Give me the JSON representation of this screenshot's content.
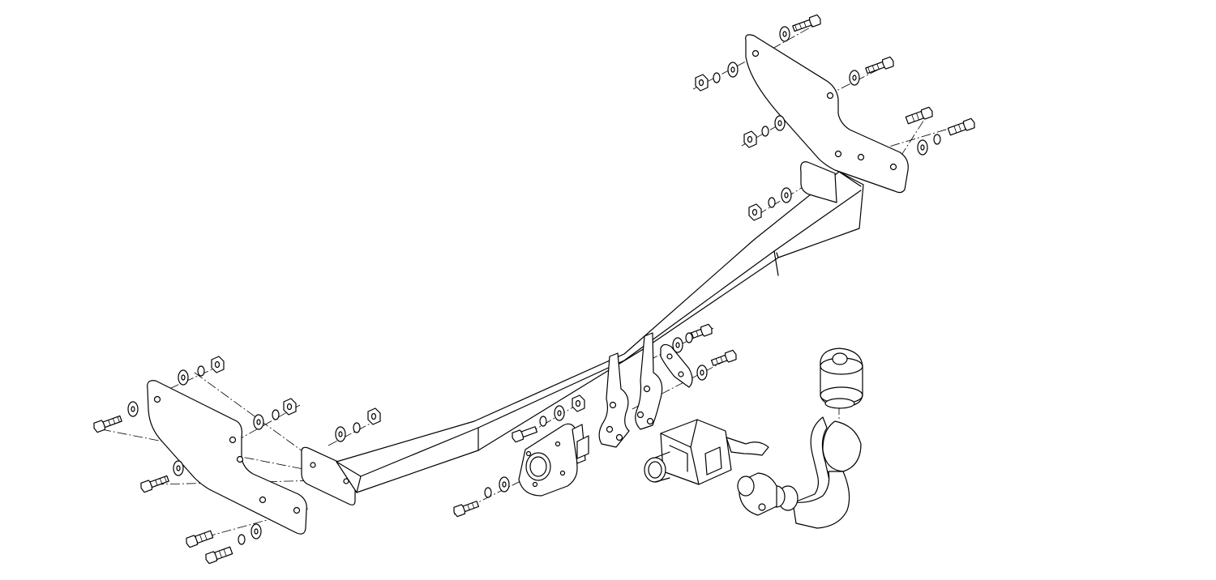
{
  "diagram": {
    "kind": "exploded-assembly-drawing",
    "subject": "tow-bar-kit",
    "line_color": "#000000",
    "background": "#ffffff",
    "parts": [
      "left-mounting-plate",
      "right-mounting-plate",
      "crossbar-beam",
      "center-mounting-bracket",
      "socket-plate",
      "ball-receiver-lock",
      "detachable-tow-ball-neck",
      "tow-ball-cover",
      "bolts",
      "washers",
      "nuts"
    ]
  }
}
